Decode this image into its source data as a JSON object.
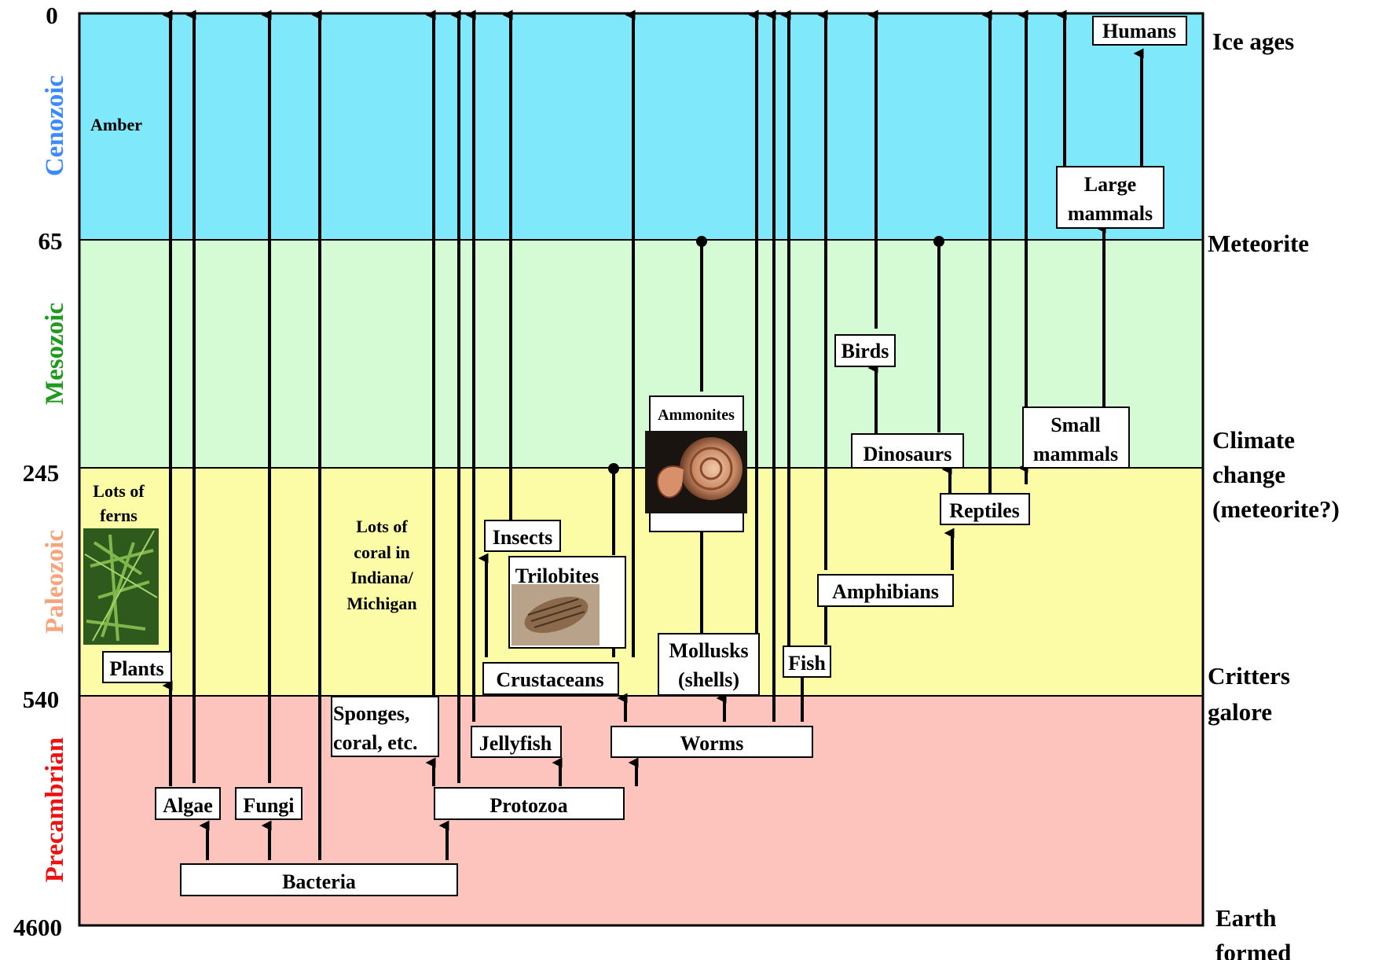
{
  "eras": [
    {
      "name": "Cenozoic",
      "color": "#3b8bff",
      "fill": "#80e8fb"
    },
    {
      "name": "Mesozoic",
      "color": "#1f9a1f",
      "fill": "#d5fbd5"
    },
    {
      "name": "Paleozoic",
      "color": "#f7a47c",
      "fill": "#fdfca6"
    },
    {
      "name": "Precambrian",
      "color": "#ee1111",
      "fill": "#fdc4bd"
    }
  ],
  "ticks": [
    "0",
    "65",
    "245",
    "540",
    "4600"
  ],
  "events": {
    "ice_ages": "Ice ages",
    "meteorite": "Meteorite",
    "climate_change": [
      "Climate",
      "change",
      "(meteorite?)"
    ],
    "critters_galore": [
      "Critters",
      "galore"
    ],
    "earth_formed": [
      "Earth",
      "formed"
    ]
  },
  "notes": {
    "amber": "Amber",
    "ferns": [
      "Lots of",
      "ferns"
    ],
    "coral": [
      "Lots of",
      "coral in",
      "Indiana/",
      "Michigan"
    ]
  },
  "boxes": {
    "humans": "Humans",
    "large_mammals": [
      "Large",
      "mammals"
    ],
    "birds": "Birds",
    "ammonites": "Ammonites",
    "dinosaurs": "Dinosaurs",
    "small_mammals": [
      "Small",
      "mammals"
    ],
    "reptiles": "Reptiles",
    "insects": "Insects",
    "trilobites": "Trilobites",
    "amphibians": "Amphibians",
    "mollusks": [
      "Mollusks",
      "(shells)"
    ],
    "fish": "Fish",
    "plants": "Plants",
    "crustaceans": "Crustaceans",
    "sponges": [
      "Sponges,",
      "coral, etc."
    ],
    "jellyfish": "Jellyfish",
    "worms": "Worms",
    "algae": "Algae",
    "fungi": "Fungi",
    "protozoa": "Protozoa",
    "bacteria": "Bacteria"
  },
  "icons": {
    "ferns_photo": "fern-photo-icon",
    "trilobite_photo": "trilobite-fossil-icon",
    "ammonite_photo": "ammonite-fossil-icon"
  }
}
